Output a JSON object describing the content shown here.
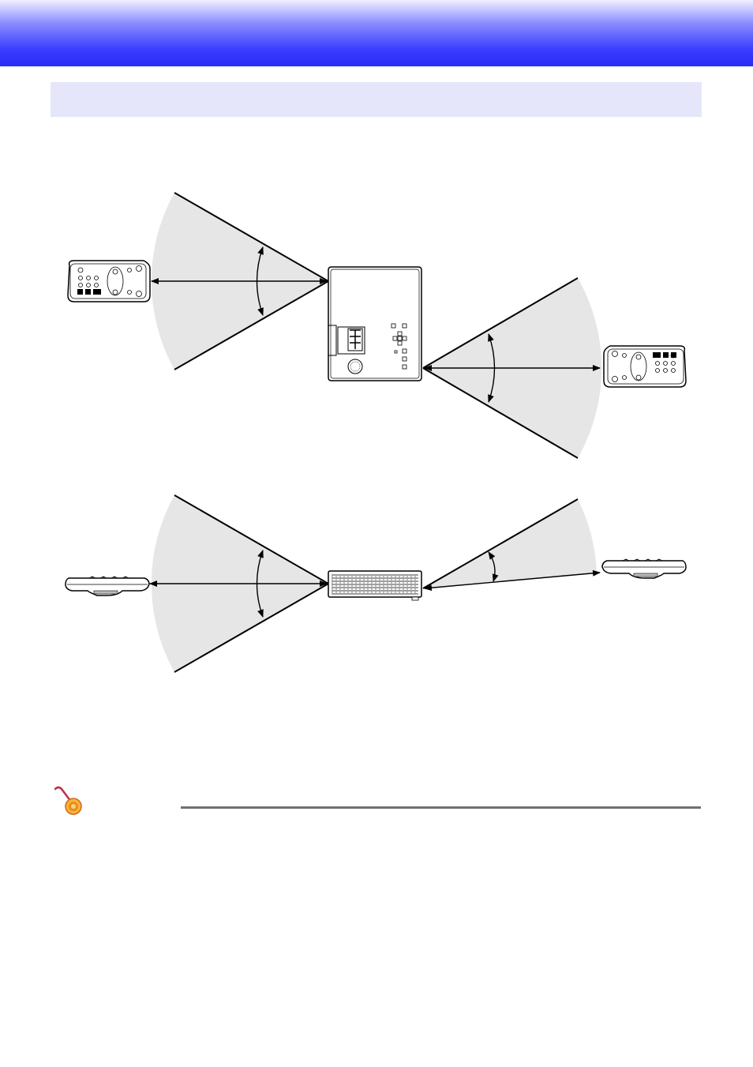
{
  "page": {
    "colors": {
      "header_top": "#f0f0ff",
      "header_bottom": "#2a2cf8",
      "section_bar": "#e6e6fa",
      "cone_fill": "#e6e6e6",
      "rule": "#707070",
      "note_icon": "#e8870d"
    }
  },
  "diagrams": {
    "top_view": {
      "devices": [
        "remote-control-left",
        "projector-top",
        "remote-control-right"
      ]
    },
    "side_view": {
      "devices": [
        "remote-control-left-side",
        "projector-front",
        "remote-control-right-side"
      ]
    }
  },
  "note": {
    "icon": "important-note-icon"
  }
}
